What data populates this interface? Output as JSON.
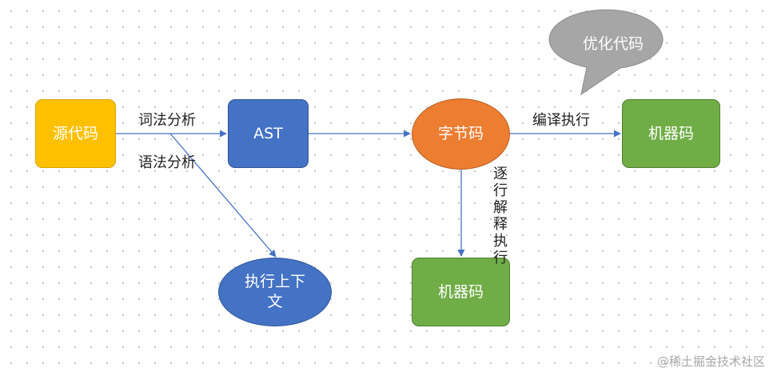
{
  "nodes": {
    "source_code": "源代码",
    "ast": "AST",
    "bytecode": "字节码",
    "machine_code_right": "机器码",
    "machine_code_bottom": "机器码",
    "exec_context": "执行上下文",
    "optimize_bubble": "优化代码"
  },
  "edge_labels": {
    "lexical_analysis": "词法分析",
    "syntax_analysis": "语法分析",
    "compile_execute": "编译执行",
    "interpret_execute": "逐行解释执行"
  },
  "credit": "@稀土掘金技术社区",
  "colors": {
    "yellow": "#FFC000",
    "blue": "#4472C4",
    "orange": "#ED7D31",
    "green": "#70AD47",
    "bubble_gray": "#A6A6A6",
    "arrow": "#4472C4"
  }
}
